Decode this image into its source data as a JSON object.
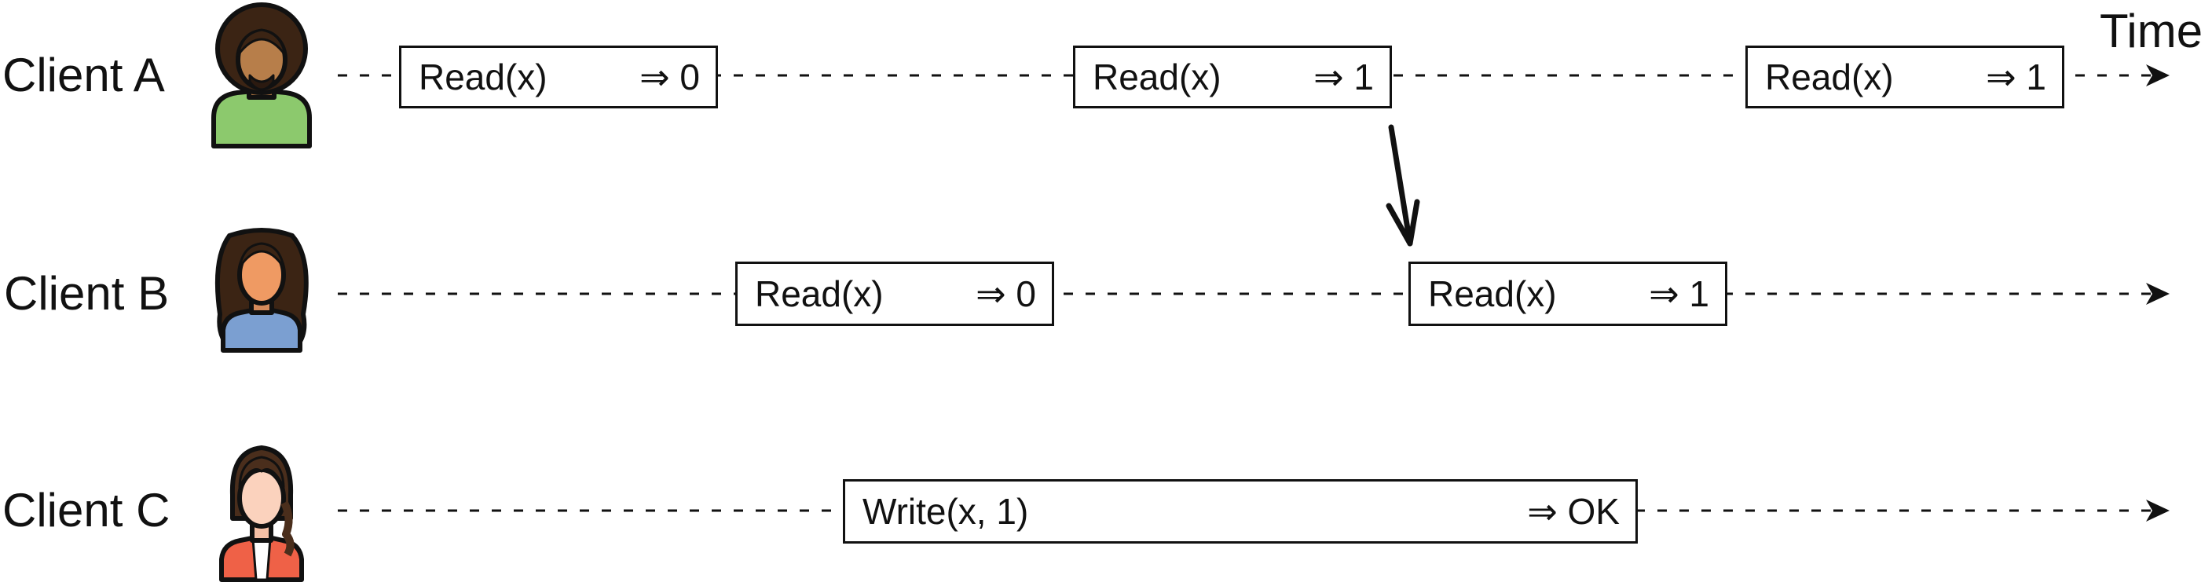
{
  "time_label": "Time",
  "clients": [
    {
      "label": "Client A",
      "avatar_icon": "man-curly-hair-green-shirt-icon",
      "ops": [
        {
          "op": "Read(x)",
          "result": "⇒ 0"
        },
        {
          "op": "Read(x)",
          "result": "⇒ 1"
        },
        {
          "op": "Read(x)",
          "result": "⇒ 1"
        }
      ]
    },
    {
      "label": "Client B",
      "avatar_icon": "woman-long-hair-blue-shirt-icon",
      "ops": [
        {
          "op": "Read(x)",
          "result": "⇒ 0"
        },
        {
          "op": "Read(x)",
          "result": "⇒ 1"
        }
      ]
    },
    {
      "label": "Client C",
      "avatar_icon": "woman-braid-red-jacket-icon",
      "ops": [
        {
          "op": "Write(x, 1)",
          "result": "⇒ OK"
        }
      ]
    }
  ],
  "colors": {
    "line": "#111111",
    "client_a_shirt": "#8cc96d",
    "client_b_shirt": "#7b9fd1",
    "client_c_jacket": "#ef6147"
  }
}
